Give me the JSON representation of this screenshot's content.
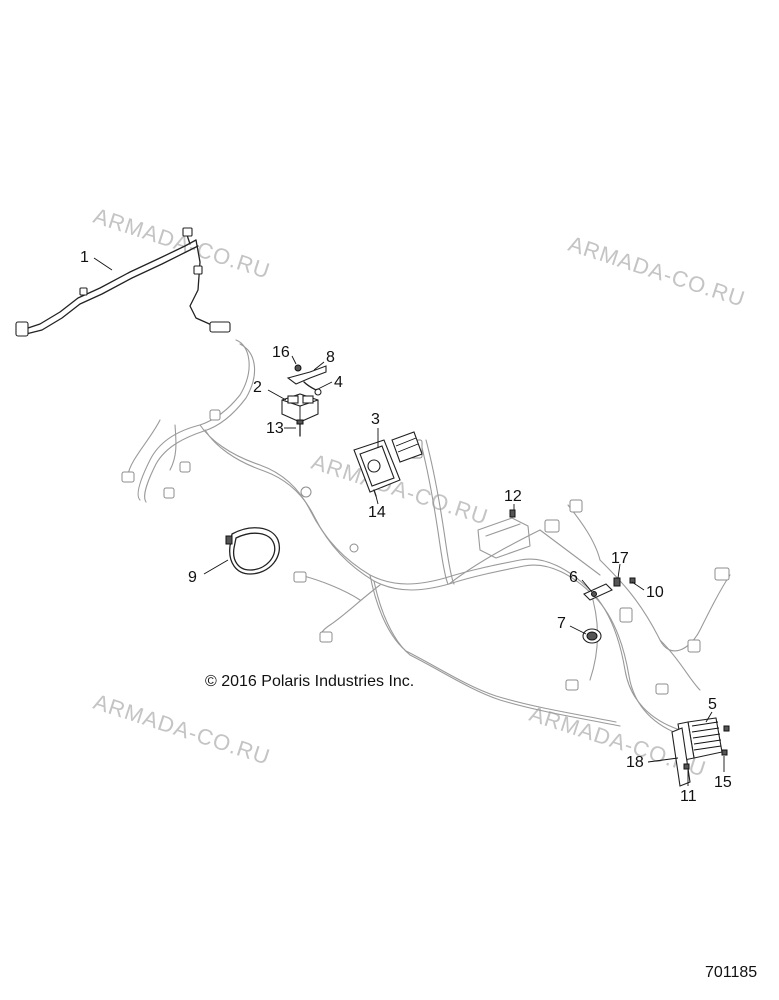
{
  "watermark_text": "ARMADA-CO.RU",
  "copyright": "© 2016 Polaris Industries Inc.",
  "document_number": "701185",
  "callouts": [
    {
      "id": "1",
      "label": "1"
    },
    {
      "id": "2",
      "label": "2"
    },
    {
      "id": "3",
      "label": "3"
    },
    {
      "id": "4",
      "label": "4"
    },
    {
      "id": "5",
      "label": "5"
    },
    {
      "id": "6",
      "label": "6"
    },
    {
      "id": "7",
      "label": "7"
    },
    {
      "id": "8",
      "label": "8"
    },
    {
      "id": "9",
      "label": "9"
    },
    {
      "id": "10",
      "label": "10"
    },
    {
      "id": "11",
      "label": "11"
    },
    {
      "id": "12",
      "label": "12"
    },
    {
      "id": "13",
      "label": "13"
    },
    {
      "id": "14",
      "label": "14"
    },
    {
      "id": "15",
      "label": "15"
    },
    {
      "id": "16",
      "label": "16"
    },
    {
      "id": "17",
      "label": "17"
    },
    {
      "id": "18",
      "label": "18"
    }
  ]
}
